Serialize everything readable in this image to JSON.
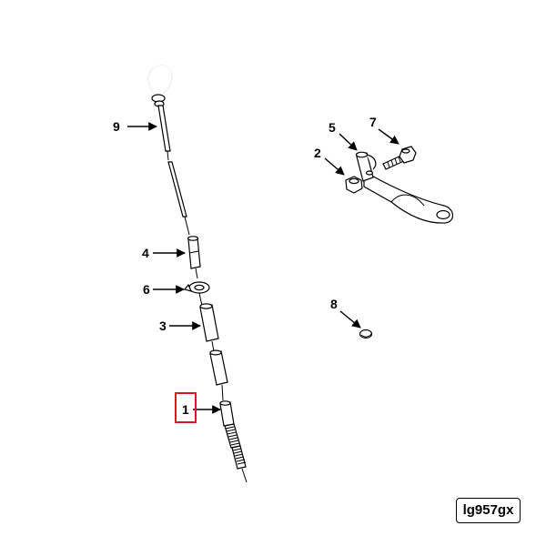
{
  "diagram": {
    "diagram_id": "lg957gx",
    "callouts": [
      {
        "id": "callout-9",
        "number": "9"
      },
      {
        "id": "callout-4",
        "number": "4"
      },
      {
        "id": "callout-6",
        "number": "6"
      },
      {
        "id": "callout-3",
        "number": "3"
      },
      {
        "id": "callout-1",
        "number": "1",
        "highlighted": true
      },
      {
        "id": "callout-5",
        "number": "5"
      },
      {
        "id": "callout-7",
        "number": "7"
      },
      {
        "id": "callout-2",
        "number": "2"
      },
      {
        "id": "callout-8",
        "number": "8"
      }
    ],
    "highlight_color": "#e0141e"
  }
}
